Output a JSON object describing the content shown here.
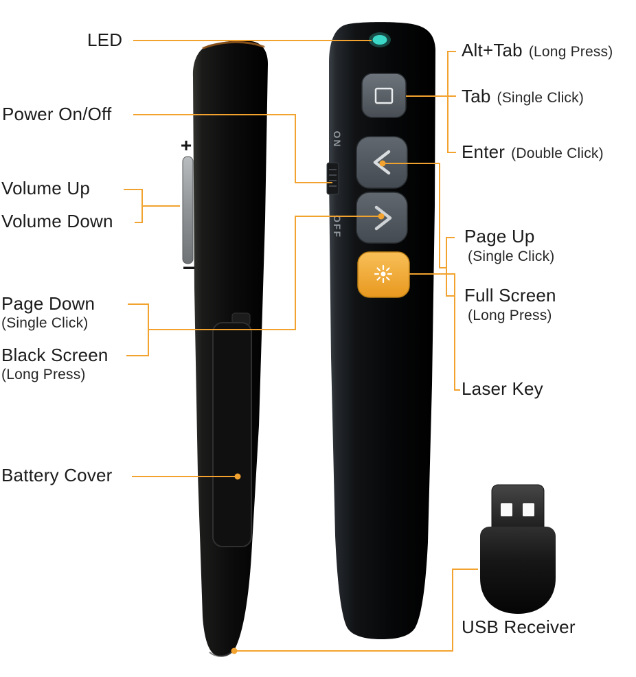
{
  "colors": {
    "accent_line": "#F2A22E",
    "led": "#3BD8C8",
    "laser_button": "#F0A93C",
    "remote_black": "#0d0d0d",
    "button_gray": "#565E66"
  },
  "annotations": {
    "led": {
      "label": "LED"
    },
    "power": {
      "label": "Power On/Off"
    },
    "volume_up": {
      "label": "Volume Up"
    },
    "volume_down": {
      "label": "Volume Down"
    },
    "page_down": {
      "label": "Page Down",
      "note": "(Single Click)"
    },
    "black_screen": {
      "label": "Black Screen",
      "note": "(Long Press)"
    },
    "battery": {
      "label": "Battery Cover"
    },
    "alt_tab": {
      "label": "Alt+Tab",
      "note": "(Long Press)"
    },
    "tab": {
      "label": "Tab",
      "note": "(Single Click)"
    },
    "enter": {
      "label": "Enter",
      "note": "(Double Click)"
    },
    "page_up": {
      "label": "Page Up",
      "note": "(Single Click)"
    },
    "full_screen": {
      "label": "Full Screen",
      "note": "(Long Press)"
    },
    "laser": {
      "label": "Laser Key"
    },
    "usb": {
      "label": "USB Receiver"
    }
  },
  "remote_side_view": {
    "volume_plus": "+",
    "volume_minus": "−"
  },
  "remote_front_view": {
    "switch_on": "ON",
    "switch_off": "OFF"
  }
}
